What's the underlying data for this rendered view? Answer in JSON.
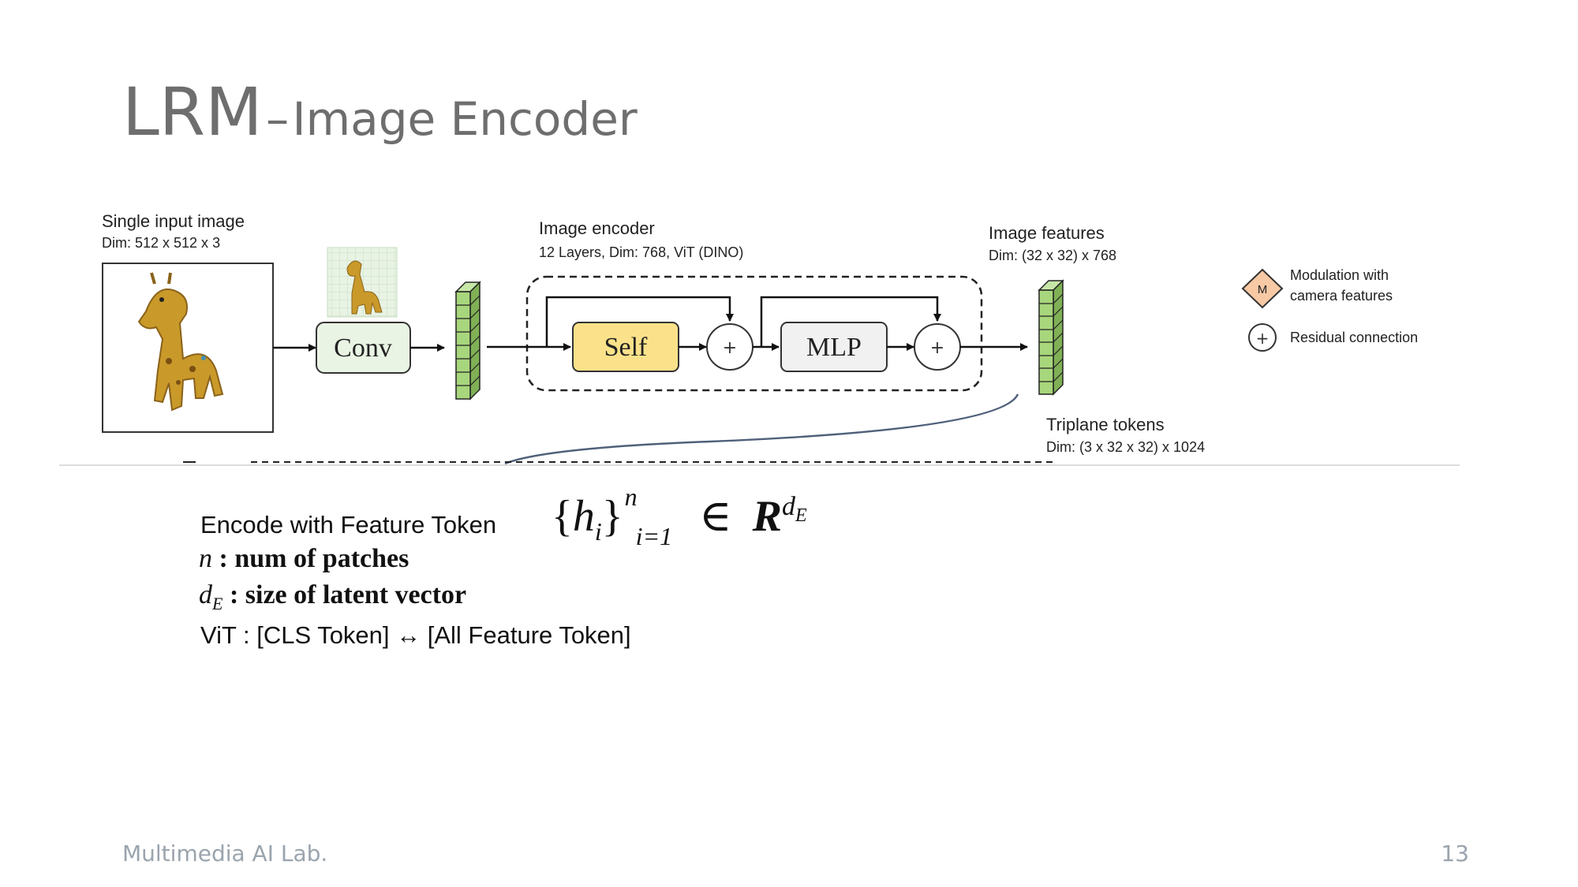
{
  "slide": {
    "title_main": "LRM",
    "title_dash": "–",
    "title_sub": "Image Encoder",
    "footer": "Multimedia AI Lab.",
    "page_number": "13"
  },
  "diagram": {
    "input_image_label": "Single input image",
    "input_image_dim": "Dim: 512 x 512 x 3",
    "conv_label": "Conv",
    "encoder_label": "Image encoder",
    "encoder_detail": "12 Layers, Dim: 768, ViT (DINO)",
    "self_label": "Self",
    "mlp_label": "MLP",
    "plus_symbol": "+",
    "features_label": "Image features",
    "features_dim": "Dim: (32 x 32) x 768",
    "triplane_label": "Triplane  tokens",
    "triplane_dim": "Dim: (3 x 32 x 32) x 1024",
    "legend_modulation_symbol": "M",
    "legend_modulation_line1": "Modulation with",
    "legend_modulation_line2": "camera features",
    "legend_residual": "Residual connection"
  },
  "text": {
    "encode_prefix": "Encode with Feature Token",
    "formula_h": "h",
    "formula_i": "i",
    "formula_n": "n",
    "formula_i1": "i=1",
    "formula_in": "∈",
    "formula_R": "R",
    "formula_d": "d",
    "formula_E": "E",
    "n_symbol": "n",
    "n_desc": ": num of patches",
    "de_symbol": "d",
    "de_sub": "E",
    "de_desc": ": size of latent vector",
    "vit_line": "ViT : [CLS Token] ↔ [All Feature Token]"
  },
  "colors": {
    "title": "#6e6e6e",
    "footer": "#9aa4ad",
    "conv_fill": "#e9f4e4",
    "self_fill": "#fbe28a",
    "mlp_fill": "#f1f1f1",
    "token_fill": "#a8d67c",
    "legend_diamond": "#f7c9a4",
    "curve": "#4f607a"
  }
}
